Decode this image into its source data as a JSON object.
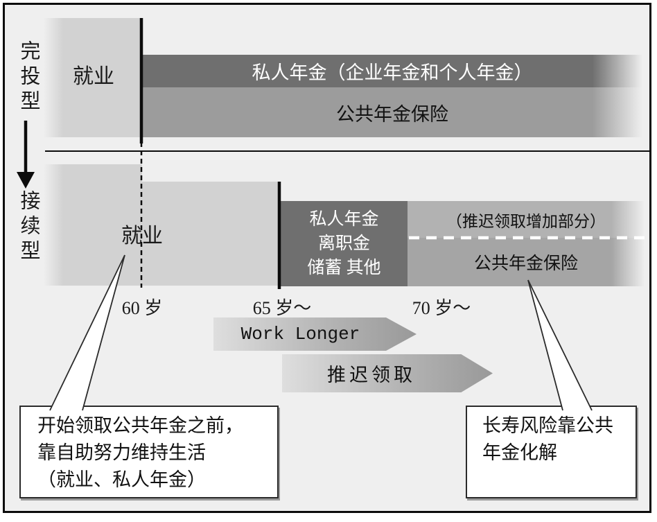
{
  "top_section": {
    "type_label": "完投型",
    "employment": "就业",
    "private_bar": "私人年金（企业年金和个人年金）",
    "public_bar": "公共年金保险"
  },
  "bottom_section": {
    "type_label": "接续型",
    "employment": "就业",
    "self_funds": [
      "私人年金",
      "离职金",
      "储蓄 其他"
    ],
    "deferral_strip": "（推迟领取增加部分）",
    "public_bar": "公共年金保险"
  },
  "axis": {
    "age_60": "60 岁",
    "age_65": "65 岁～",
    "age_70": "70 岁～"
  },
  "arrows": {
    "work_longer": "Work Longer",
    "defer_claim": "推迟领取"
  },
  "callouts": {
    "left": [
      "开始领取公共年金之前，",
      "靠自助努力维持生活",
      "（就业、私人年金）"
    ],
    "right": [
      "长寿风险靠公共",
      "年金化解"
    ]
  },
  "colors": {
    "background": "#efefef",
    "frame_border": "#0c0c0c",
    "employment_box": "#d2d2d2",
    "private_bar": "#6f6f6f",
    "public_bar": "#9c9c9c",
    "deferral_strip": "#b2b2b2",
    "public_bar_bottom": "#a5a5a5",
    "arrow_gradient_start": "#dedede",
    "arrow_gradient_end": "#999999"
  }
}
